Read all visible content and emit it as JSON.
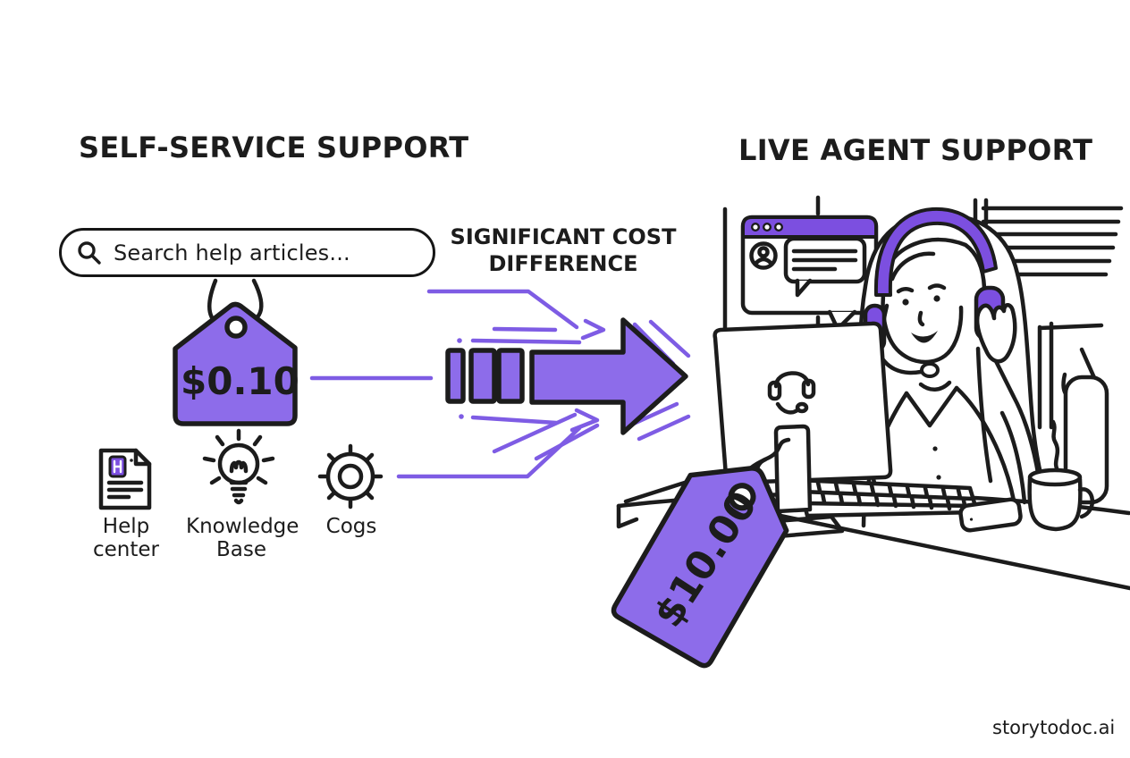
{
  "left": {
    "title": "SELF-SERVICE SUPPORT",
    "search_placeholder": "Search help articles...",
    "price_tag": "$0.10",
    "features": [
      {
        "label": "Help center"
      },
      {
        "label": "Knowledge Base"
      },
      {
        "label": "Cogs"
      }
    ]
  },
  "center": {
    "caption_line1": "SIGNIFICANT COST",
    "caption_line2": "DIFFERENCE"
  },
  "right": {
    "title": "LIVE AGENT SUPPORT",
    "price_tag": "$10.00"
  },
  "watermark": "storytodoc.ai",
  "colors": {
    "purple_fill": "#8d6cea",
    "purple_deep": "#7c4fe0",
    "purple_line": "#7e5ce4",
    "ink": "#1c1c1c"
  }
}
